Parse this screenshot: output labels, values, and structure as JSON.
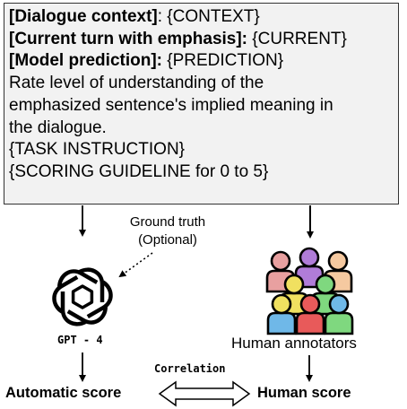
{
  "prompt": {
    "line1_bold": "[Dialogue context]",
    "line1_rest": ": {CONTEXT}",
    "line2_bold": "[Current turn with emphasis]:",
    "line2_rest": " {CURRENT}",
    "line3_bold": "[Model prediction]:",
    "line3_rest": " {PREDICTION}",
    "instruction_lines": [
      "Rate level of understanding of the",
      "emphasized sentence's implied meaning in",
      "the dialogue."
    ],
    "task_instruction": "{TASK INSTRUCTION}",
    "scoring_guideline": "{SCORING GUIDELINE for 0 to 5}"
  },
  "ground_truth": {
    "line1": "Ground truth",
    "line2": "(Optional)"
  },
  "gpt_label": "GPT - 4",
  "human_annotators_label": "Human annotators",
  "correlation_label": "Correlation",
  "automatic_score_label": "Automatic score",
  "human_score_label": "Human score",
  "colors": {
    "box_fill": "#f2f2f2",
    "person_pink": "#e8a0a0",
    "person_purple": "#b07cd8",
    "person_green": "#7fd87f",
    "person_blue": "#6fb8e8",
    "person_red": "#e85a5a",
    "person_yellow": "#f0e060",
    "person_skin": "#f5c9a0"
  }
}
